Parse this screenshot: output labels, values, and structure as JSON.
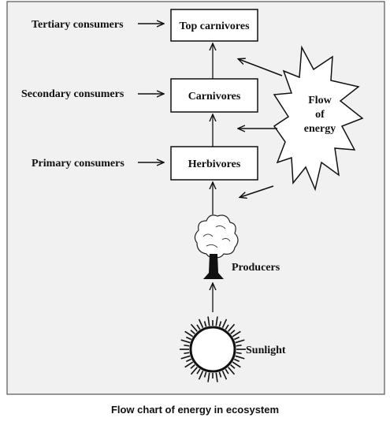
{
  "diagram": {
    "levels": {
      "tertiary": "Tertiary consumers",
      "secondary": "Secondary consumers",
      "primary": "Primary consumers"
    },
    "boxes": {
      "top": "Top carnivores",
      "carnivores": "Carnivores",
      "herbivores": "Herbivores"
    },
    "producers": "Producers",
    "sunlight": "Sunlight",
    "flow_of_energy": [
      "Flow",
      "of",
      "energy"
    ]
  },
  "caption": "Flow chart of energy in ecosystem"
}
